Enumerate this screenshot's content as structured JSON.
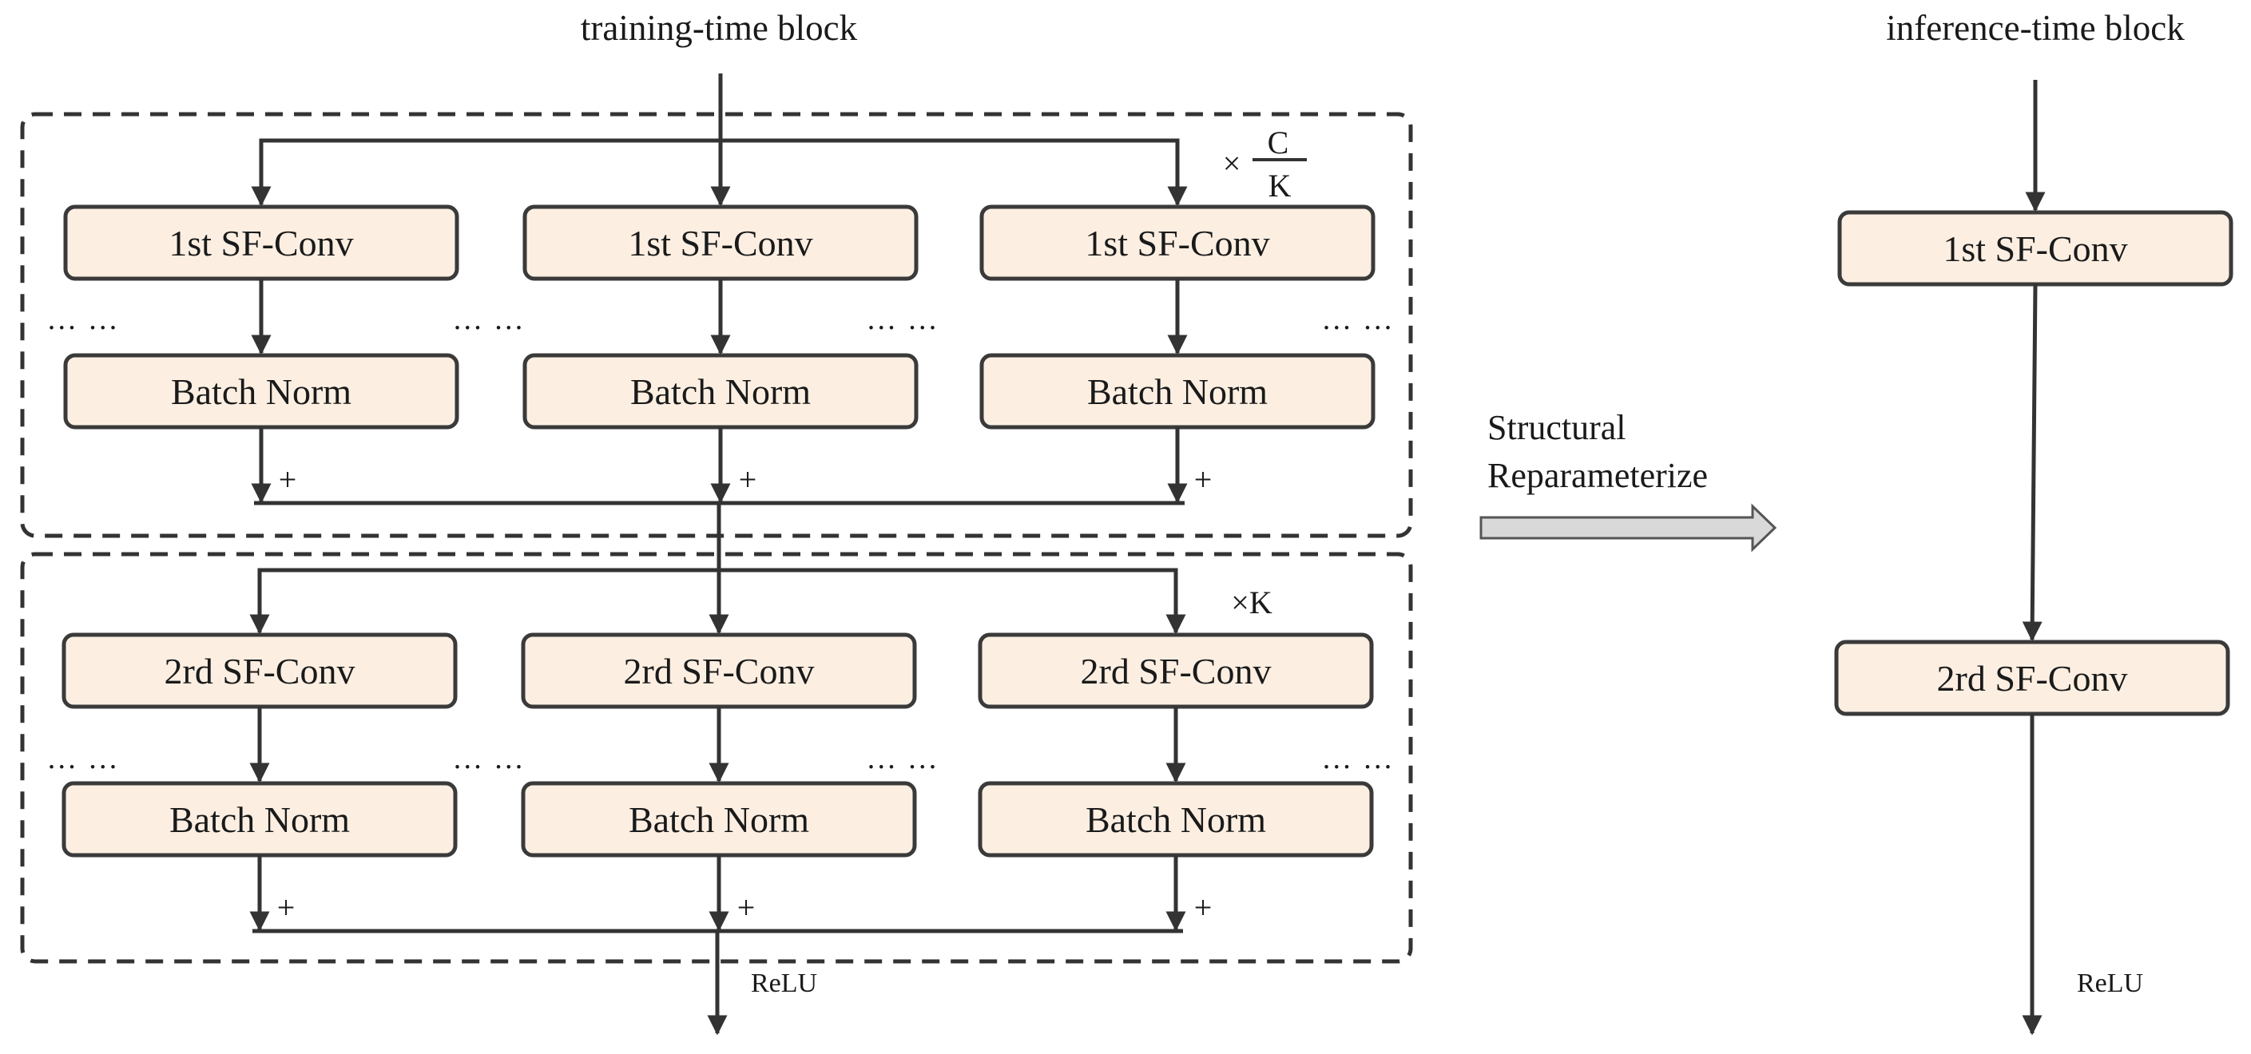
{
  "titles": {
    "training": "training-time block",
    "inference": "inference-time block"
  },
  "stage1": {
    "multiplier_prefix": "×",
    "multiplier_num": "C",
    "multiplier_den": "K",
    "conv_label": "1st SF-Conv",
    "bn_label": "Batch Norm"
  },
  "stage2": {
    "multiplier": "×K",
    "conv_label": "2rd SF-Conv",
    "bn_label": "Batch Norm"
  },
  "plus": "+",
  "dots": "… …",
  "relu": "ReLU",
  "transform": {
    "line1": "Structural",
    "line2": "Reparameterize"
  },
  "inference": {
    "conv1": "1st SF-Conv",
    "conv2": "2rd SF-Conv",
    "relu": "ReLU"
  },
  "colors": {
    "box_fill": "#fcefe2",
    "stroke": "#333333",
    "arrow_fill": "#d9d9d9"
  }
}
